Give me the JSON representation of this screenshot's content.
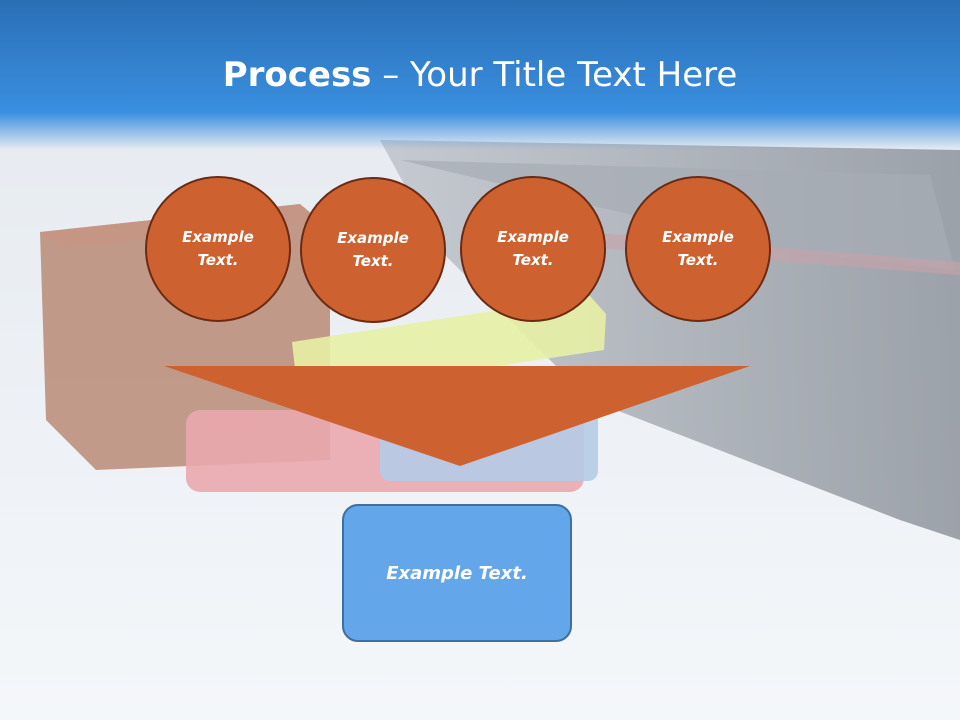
{
  "title": {
    "bold": "Process",
    "rest": " – Your Title Text Here"
  },
  "circles": [
    {
      "label": "Example\nText."
    },
    {
      "label": "Example\nText."
    },
    {
      "label": "Example\nText."
    },
    {
      "label": "Example\nText."
    }
  ],
  "result": {
    "label": "Example Text."
  },
  "colors": {
    "title_band": "#2f7fd0",
    "circle_fill": "#cd6130",
    "circle_border": "#6b2a12",
    "funnel_fill": "#cd6130",
    "result_fill": "#64a6ea",
    "result_border": "#3e6f9e"
  }
}
